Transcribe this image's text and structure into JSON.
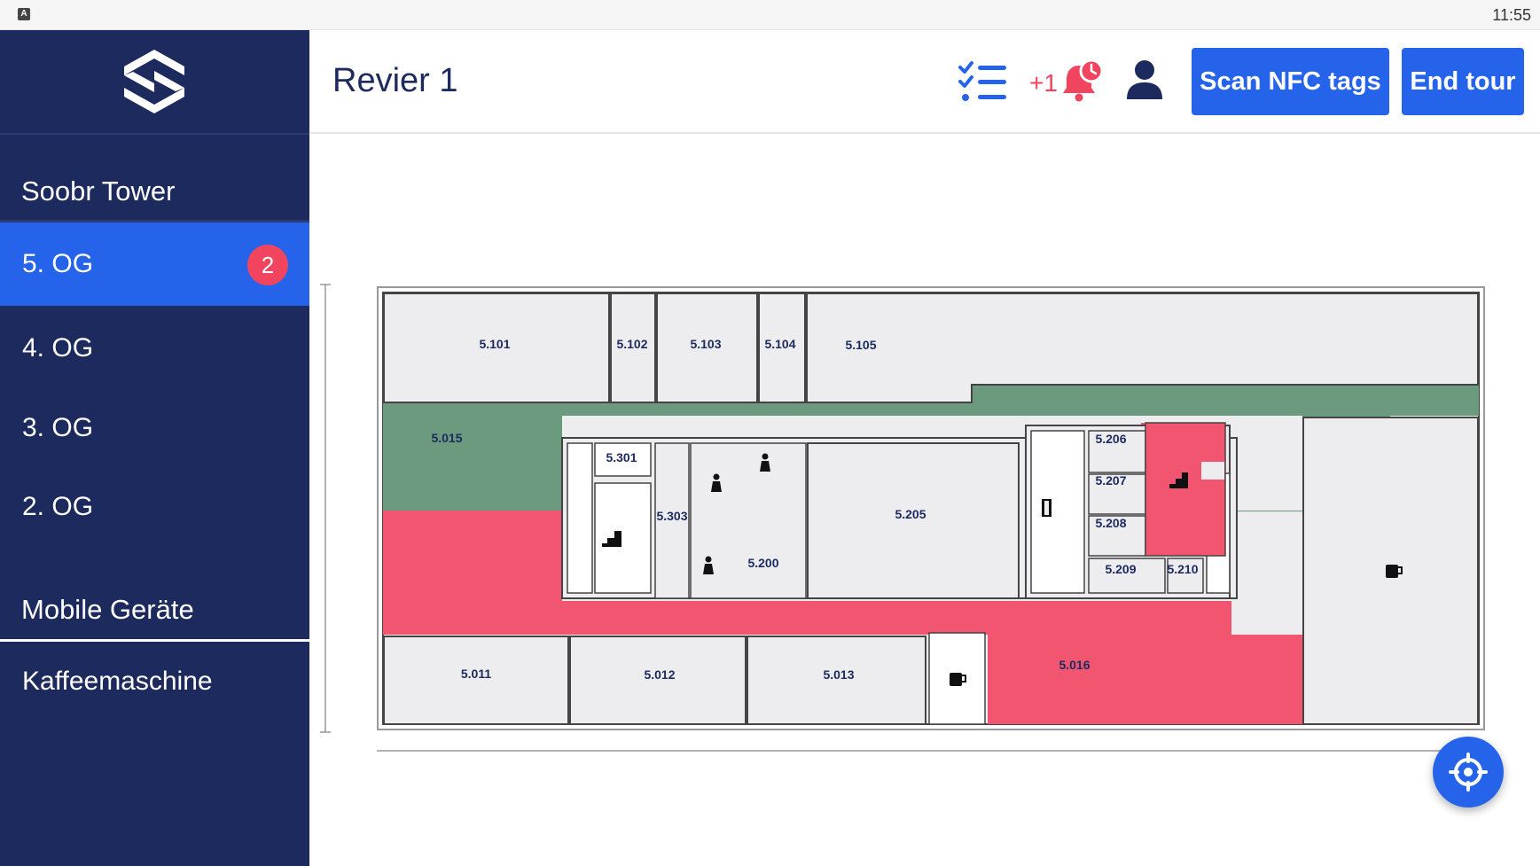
{
  "statusbar": {
    "clock": "11:55",
    "app_icon": "A"
  },
  "sidebar": {
    "building": "Soobr Tower",
    "floors": [
      {
        "label": "5. OG",
        "badge": "2",
        "active": true
      },
      {
        "label": "4. OG"
      },
      {
        "label": "3. OG"
      },
      {
        "label": "2. OG"
      }
    ],
    "section_mobile": "Mobile Geräte",
    "device_item": "Kaffeemaschine"
  },
  "header": {
    "title": "Revier 1",
    "alert_count": "+1",
    "scan_button": "Scan NFC tags",
    "end_button": "End tour",
    "icons": [
      "task-list-icon",
      "alarm-bell-icon",
      "user-icon"
    ]
  },
  "floorplan": {
    "rooms": [
      "5.101",
      "5.102",
      "5.103",
      "5.104",
      "5.105",
      "5.015",
      "5.301",
      "5.303",
      "5.200",
      "5.205",
      "5.206",
      "5.207",
      "5.208",
      "5.209",
      "5.210",
      "5.011",
      "5.012",
      "5.013",
      "5.016"
    ],
    "colors": {
      "corridor_green": "#6b9a7e",
      "alert_red": "#f2556f",
      "room_fill": "#ededf0",
      "wall": "#444444"
    }
  },
  "colors": {
    "sidebar_bg": "#1c2a5e",
    "accent": "#2563eb",
    "badge": "#f0445f"
  }
}
